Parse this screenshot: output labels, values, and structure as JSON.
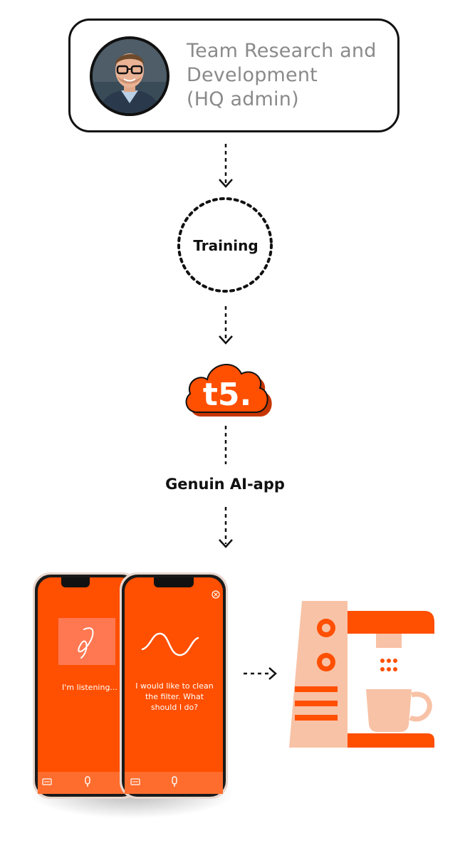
{
  "profile": {
    "title_lines": [
      "Team Research and",
      "Development",
      "(HQ admin)"
    ]
  },
  "steps": {
    "training": "Training",
    "app": "Genuin AI-app"
  },
  "logo": {
    "text": "t5."
  },
  "phones": {
    "back_status": "I'm listening...",
    "front_message_lines": [
      "I would like to clean",
      "the filter. What",
      "should I do?"
    ]
  },
  "colors": {
    "accent": "#FF4F00",
    "peach": "#F8C2A6",
    "dark": "#111111",
    "gray_text": "#8A8A8A"
  }
}
